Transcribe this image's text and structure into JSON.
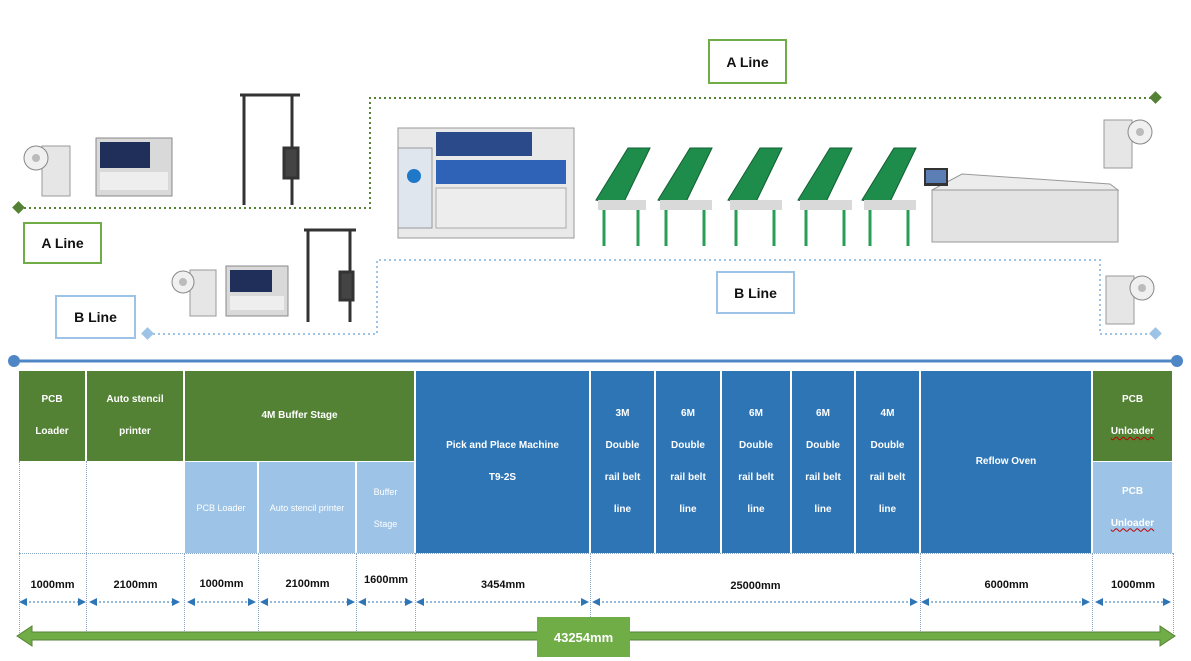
{
  "labels": {
    "a_line_top": "A Line",
    "a_line_left": "A Line",
    "b_line_left": "B Line",
    "b_line_right": "B Line"
  },
  "stages": {
    "pcb_loader": [
      "PCB",
      "Loader"
    ],
    "auto_stencil": [
      "Auto stencil",
      "printer"
    ],
    "buffer_stage": "4M Buffer Stage",
    "sub_pcb_loader": "PCB Loader",
    "sub_auto_stencil": "Auto stencil printer",
    "sub_buffer": [
      "Buffer",
      "Stage"
    ],
    "pick_place": [
      "Pick and Place Machine",
      "T9-2S"
    ],
    "belt_1": [
      "3M",
      "Double",
      "rail belt",
      "line"
    ],
    "belt_2": [
      "6M",
      "Double",
      "rail belt",
      "line"
    ],
    "belt_3": [
      "6M",
      "Double",
      "rail belt",
      "line"
    ],
    "belt_4": [
      "6M",
      "Double",
      "rail belt",
      "line"
    ],
    "belt_5": [
      "4M",
      "Double",
      "rail belt",
      "line"
    ],
    "reflow_oven": "Reflow Oven",
    "pcb_unloader_a": [
      "PCB",
      "Unloader"
    ],
    "pcb_unloader_b": [
      "PCB",
      "Unloader"
    ]
  },
  "dimensions": {
    "d1": "1000mm",
    "d2": "2100mm",
    "d3": "1000mm",
    "d4": "2100mm",
    "d5": "1600mm",
    "d6": "3454mm",
    "d7": "25000mm",
    "d8": "6000mm",
    "d9": "1000mm",
    "total": "43254mm"
  },
  "colors": {
    "dark_green": "#548235",
    "blue": "#2e75b6",
    "light_blue": "#9dc3e6",
    "green_arrow": "#70ad47"
  }
}
